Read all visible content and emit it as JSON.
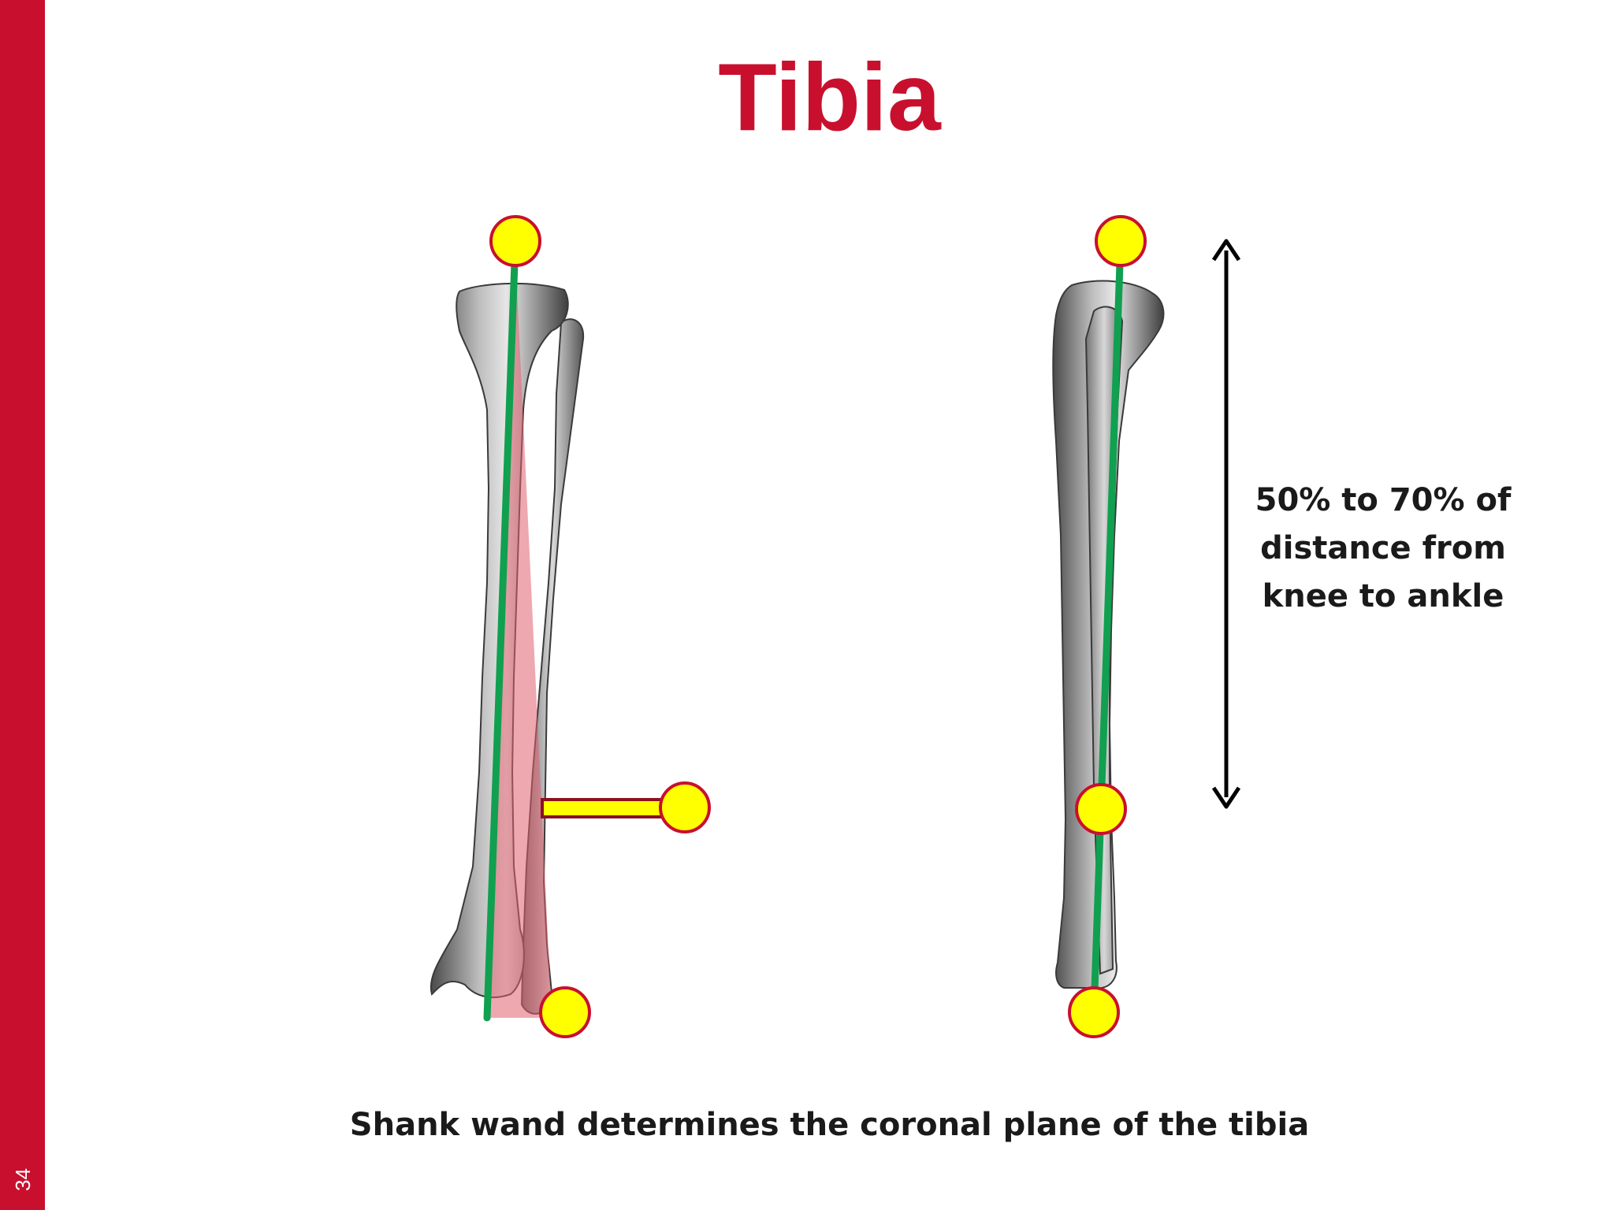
{
  "slide": {
    "number": "34",
    "title": "Tibia",
    "annotation_lines": [
      "50% to 70% of",
      "distance from",
      "knee to ankle"
    ],
    "caption": "Shank wand determines the coronal plane of the tibia"
  },
  "colors": {
    "accent": "#c8102e",
    "marker_fill": "#ffff00",
    "marker_stroke": "#c8102e",
    "axis_line": "#10a050",
    "plane": "#e06070",
    "bone": "#7a7a7a"
  },
  "icons": {
    "marker": "circle",
    "double_arrow": "vertical-double-headed-arrow"
  }
}
